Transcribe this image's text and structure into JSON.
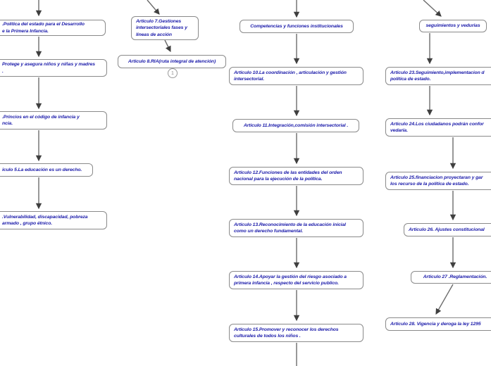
{
  "colors": {
    "node_text": "#1b1baa",
    "node_border": "#8a8a8a",
    "node_fill": "#ffffff",
    "arrow": "#6b6b6b"
  },
  "connector": {
    "label": "1"
  },
  "columns": [
    {
      "name": "politica-de-estado",
      "nodes": [
        {
          "label": ".Política del estado para el Desarrollo\ne la Primera Infancia."
        },
        {
          "label": "Protege y asegura niños y niñas y madres\n."
        },
        {
          "label": ".Princios en el código de infancia y\nncia."
        },
        {
          "label": "iculo 5.La educación es un derecho."
        },
        {
          "label": ".Vulnerabilidad, discapacidad, pobreza\narmado , grupo étnico."
        }
      ]
    },
    {
      "name": "gestiones-intersectoriales",
      "nodes": [
        {
          "label": "Articulo 7.Gestiones\nintersectoriales fases y\nlíneas de acción"
        },
        {
          "label": "Articulo 8.RIA(ruta integral de atención)"
        }
      ]
    },
    {
      "name": "competencias-institucionales",
      "nodes": [
        {
          "label": "Competencias y funciones institucionales"
        },
        {
          "label": "Articulo 10.La coordinación , articulación y gestión\nintersectorial."
        },
        {
          "label": "Articulo 11.Integración,comisión intersectorial ."
        },
        {
          "label": "Articulo 12.Funciones de las entidades del orden\nnacional para la ejecución de la política."
        },
        {
          "label": "Articulo 13.Reconocimiento de la educación inicial\ncomo un derecho fundamental."
        },
        {
          "label": "Articulo 14.Apoyar la gestión del riesgo asociado a\nprimera infancia , respecto del servicio publico."
        },
        {
          "label": "Articulo 15.Promover y reconocer los derechos\nculturales de todos los niños ."
        }
      ]
    },
    {
      "name": "seguimientos-y-vedurias",
      "nodes": [
        {
          "label": "seguimientos y vedurias"
        },
        {
          "label": "Articulo 23.Seguimiento,implementacion d\npolítica de estado."
        },
        {
          "label": "Articulo 24.Los ciudadanos podrán confor\nvedaría."
        },
        {
          "label": "Articulo 25.financiacion proyectaran y gar\nlos recurso de la política de estado."
        },
        {
          "label": "Articulo 26. Ajustes constitucional"
        },
        {
          "label": "Articulo 27 .Reglamentación."
        },
        {
          "label": "Articulo 28. Vigencia y deroga la ley 1295"
        }
      ]
    }
  ]
}
